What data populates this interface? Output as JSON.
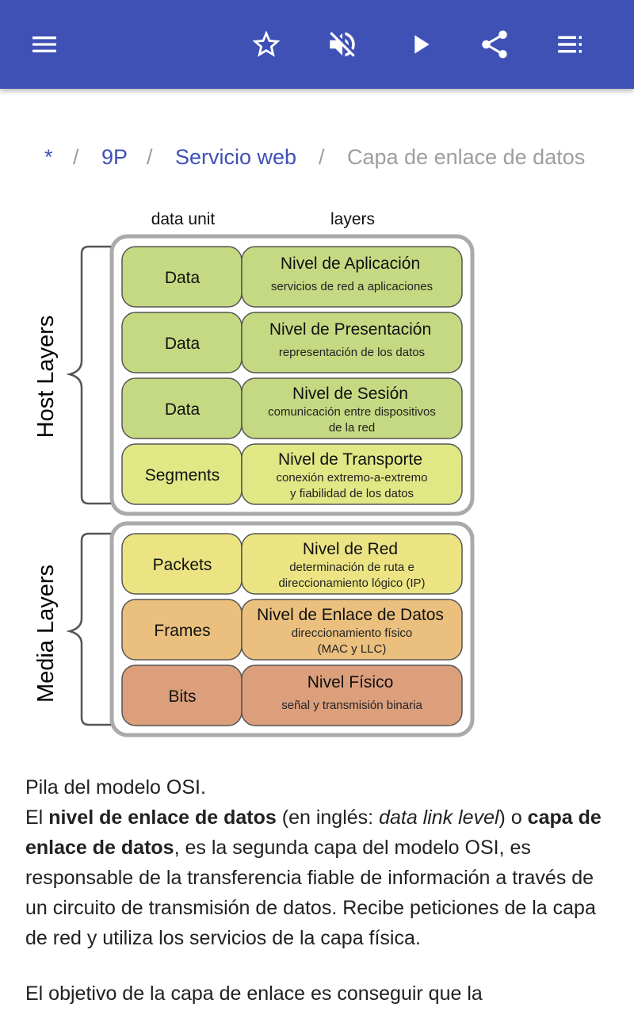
{
  "toolbar": {
    "icons": [
      "menu-icon",
      "star-outline-icon",
      "volume-off-icon",
      "play-icon",
      "share-icon",
      "playlist-icon"
    ]
  },
  "breadcrumb": {
    "items": [
      "*",
      "9P",
      "Servicio web"
    ],
    "separator": "/",
    "current": "Capa de enlace de datos"
  },
  "diagram": {
    "header_data_unit": "data unit",
    "header_layers": "layers",
    "group_host": "Host Layers",
    "group_media": "Media Layers",
    "layers": [
      {
        "unit": "Data",
        "name": "Nivel de Aplicación",
        "desc1": "servicios de red a aplicaciones",
        "desc2": "",
        "color": "#c5d982"
      },
      {
        "unit": "Data",
        "name": "Nivel de Presentación",
        "desc1": "representación de los datos",
        "desc2": "",
        "color": "#c5d982"
      },
      {
        "unit": "Data",
        "name": "Nivel de Sesión",
        "desc1": "comunicación entre dispositivos",
        "desc2": "de la red",
        "color": "#c5d982"
      },
      {
        "unit": "Segments",
        "name": "Nivel de Transporte",
        "desc1": "conexión extremo-a-extremo",
        "desc2": "y fiabilidad de los datos",
        "color": "#e0e886"
      },
      {
        "unit": "Packets",
        "name": "Nivel de Red",
        "desc1": "determinación de ruta e",
        "desc2": "direccionamiento lógico (IP)",
        "color": "#ece483"
      },
      {
        "unit": "Frames",
        "name": "Nivel de Enlace de Datos",
        "desc1": "direccionamiento físico",
        "desc2": "(MAC y LLC)",
        "color": "#ebc07e"
      },
      {
        "unit": "Bits",
        "name": "Nivel Físico",
        "desc1": "señal y transmisión binaria",
        "desc2": "",
        "color": "#dc9f7c"
      }
    ]
  },
  "article": {
    "caption": "Pila del modelo OSI.",
    "p1_a": "El ",
    "p1_b": "nivel de enlace de datos",
    "p1_c": " (en inglés: ",
    "p1_d": "data link level",
    "p1_e": ") o ",
    "p1_f": "capa de enlace de datos",
    "p1_g": ", es la segunda capa del modelo OSI, es responsable de la transferencia fiable de información a través de un circuito de transmisión de datos.  Recibe peticiones de la capa de red y utiliza los servicios de la capa física.",
    "p2": "El objetivo de la capa de enlace es conseguir que la"
  },
  "colors": {
    "appbar": "#3f51b5",
    "link": "#3f51b5",
    "muted": "#9e9e9e"
  }
}
